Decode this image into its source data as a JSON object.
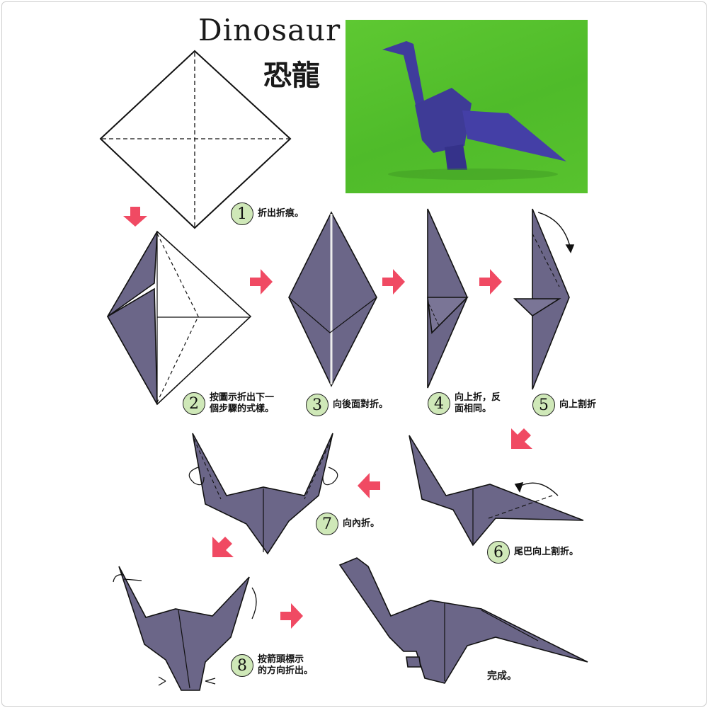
{
  "title": {
    "en": "Dinosaur",
    "zh": "恐龍"
  },
  "colors": {
    "paper": "#6b6688",
    "arrow": "#f04a63",
    "badge": "#cfe8b8",
    "photo_bg": "#56c22d",
    "photo_model": "#3f3c9c"
  },
  "steps": [
    {
      "num": "1",
      "text": "折出折痕。"
    },
    {
      "num": "2",
      "text": "按圖示折出下一\n個步驟的式樣。"
    },
    {
      "num": "3",
      "text": "向後面對折。"
    },
    {
      "num": "4",
      "text": "向上折，反\n面相同。"
    },
    {
      "num": "5",
      "text": "向上割折"
    },
    {
      "num": "6",
      "text": "尾巴向上割折。"
    },
    {
      "num": "7",
      "text": "向內折。"
    },
    {
      "num": "8",
      "text": "按箭頭標示\n的方向折出。"
    }
  ],
  "done": "完成。"
}
